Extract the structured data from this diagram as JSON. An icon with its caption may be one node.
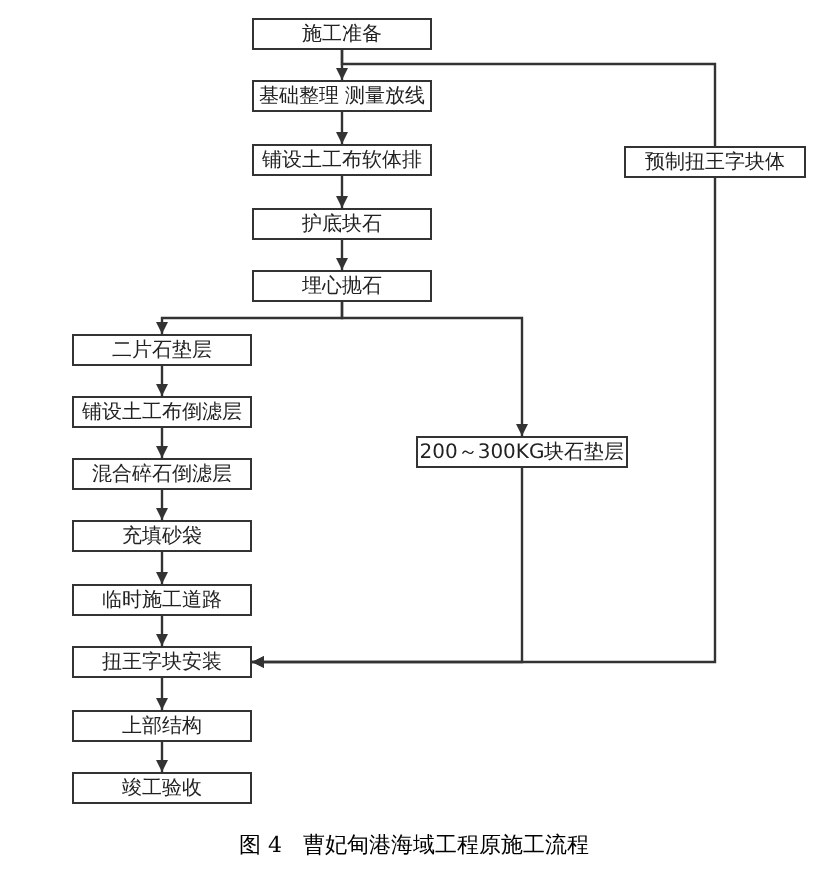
{
  "diagram": {
    "caption": "图 4   曹妃甸港海域工程原施工流程",
    "nodes": [
      {
        "text": [
          "施工准备"
        ]
      },
      {
        "text": [
          "基础整理 测量放线"
        ]
      },
      {
        "text": [
          "铺设土工布软体排"
        ]
      },
      {
        "text": [
          "护底块石"
        ]
      },
      {
        "text": [
          "埋心抛石"
        ]
      },
      {
        "text": [
          "二片石垫层"
        ]
      },
      {
        "text": [
          "铺设土工布倒滤层"
        ]
      },
      {
        "text": [
          "混合碎石倒滤层"
        ]
      },
      {
        "text": [
          "充填砂袋"
        ]
      },
      {
        "text": [
          "临时施工道路"
        ]
      },
      {
        "text": [
          "扭王字块安装"
        ]
      },
      {
        "text": [
          "上部结构"
        ]
      },
      {
        "text": [
          "竣工验收"
        ]
      },
      {
        "text": [
          "预制扭王字块体"
        ]
      },
      {
        "text": [
          "200～300KG块石垫层"
        ]
      }
    ],
    "edges": [
      {
        "from": 0,
        "to": 1,
        "arrow": "to"
      },
      {
        "from": 0,
        "to": 13,
        "arrow": "none"
      },
      {
        "from": 1,
        "to": 2,
        "arrow": "to"
      },
      {
        "from": 2,
        "to": 3,
        "arrow": "to"
      },
      {
        "from": 3,
        "to": 4,
        "arrow": "to"
      },
      {
        "from": 4,
        "to": 5,
        "arrow": "to"
      },
      {
        "from": 4,
        "to": 14,
        "arrow": "to"
      },
      {
        "from": 5,
        "to": 6,
        "arrow": "to"
      },
      {
        "from": 6,
        "to": 7,
        "arrow": "to"
      },
      {
        "from": 7,
        "to": 8,
        "arrow": "to"
      },
      {
        "from": 8,
        "to": 9,
        "arrow": "to"
      },
      {
        "from": 9,
        "to": 10,
        "arrow": "to"
      },
      {
        "from": 14,
        "to": 10,
        "arrow": "to"
      },
      {
        "from": 13,
        "to": 10,
        "arrow": "to"
      },
      {
        "from": 10,
        "to": 11,
        "arrow": "to"
      },
      {
        "from": 11,
        "to": 12,
        "arrow": "to"
      }
    ]
  }
}
